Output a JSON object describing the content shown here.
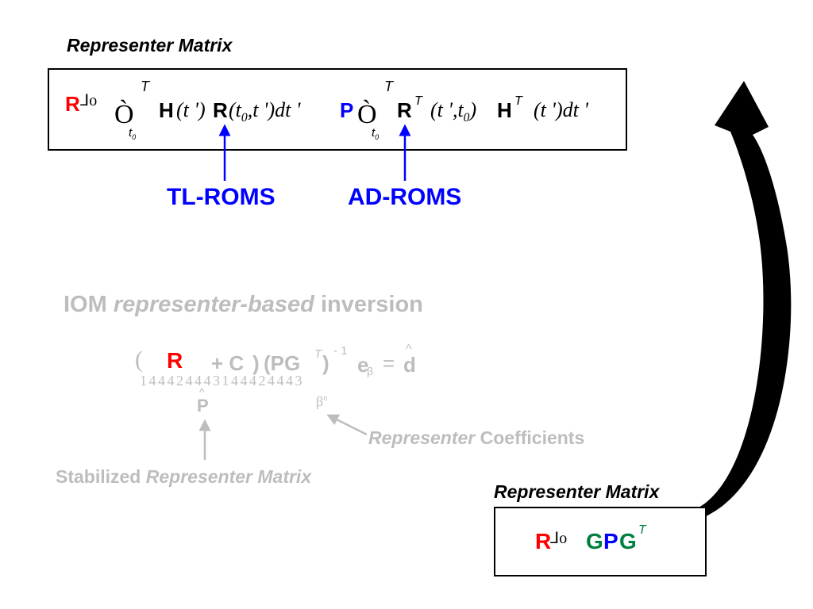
{
  "top_title": "Representer Matrix",
  "top_eq": {
    "lhs_symbol": "R",
    "lhs_glyph": "ᒧo",
    "integral": "Ò",
    "upper_T": "T",
    "lower_t": "t",
    "lower_0": "0",
    "H": "H",
    "t_prime_part": "(t ')",
    "R": "R",
    "args1": "(t",
    "sub0": "0",
    "args1b": ",t ')dt '",
    "P": "P",
    "R2": "R",
    "supT": "T",
    "args2": "(t ',t",
    "sub0b": "0",
    "args2b": ")",
    "H2": "H",
    "supT2": "T",
    "args3": "(t ')dt '"
  },
  "labels": {
    "tl": "TL-ROMS",
    "ad": "AD-ROMS"
  },
  "section": {
    "pre": "IOM ",
    "italic": "representer-based",
    "post": " inversion"
  },
  "mid_eq": {
    "open": "(",
    "R": "R",
    "plus": "+ C",
    "close": ")",
    "pg": "(PG",
    "supT": "T",
    "close2": ")",
    "inv": "- 1",
    "e": "e",
    "eq": "=",
    "dhat": "d",
    "underbrace": "1 4 4 4 2 4 4 4 3 1 4 4 4 2 4 4 4 3",
    "beta_sub": "β",
    "P_hat": "P",
    "beta_n": "β",
    "n": "n"
  },
  "rep_coeff": {
    "italic": "Representer",
    "rest": " Coefficients"
  },
  "stabilized": {
    "pre": "Stabilized ",
    "italic": "Representer Matrix"
  },
  "bottom_title": "Representer Matrix",
  "bottom_eq": {
    "R": "R",
    "glyph": "ᒧo",
    "G1": "G",
    "P": "P",
    "G2": "G",
    "supT": "T"
  },
  "colors": {
    "red": "#ff0000",
    "blue": "#0000ff",
    "green": "#008040",
    "gray": "#bdbdbd",
    "black": "#000000"
  }
}
